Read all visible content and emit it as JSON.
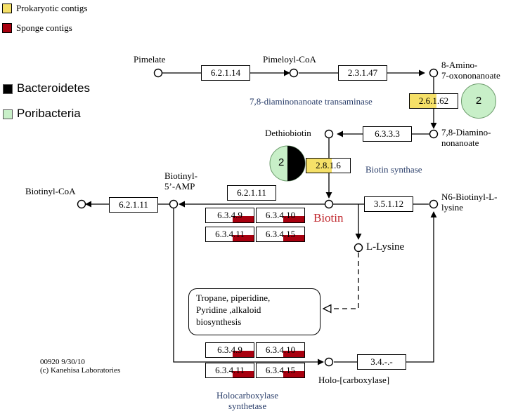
{
  "legend": {
    "items": [
      {
        "label": "Prokaryotic contigs",
        "color": "#f5e068"
      },
      {
        "label": "Sponge contigs",
        "color": "#a8000f"
      }
    ]
  },
  "taxa": {
    "items": [
      {
        "label": "Bacteroidetes",
        "color": "#000000"
      },
      {
        "label": "Poribacteria",
        "color": "#c8efc8"
      }
    ]
  },
  "compounds": {
    "pimelate": "Pimelate",
    "pimeloyl_coa": "Pimeloyl-CoA",
    "amino_oxo": "8-Amino-\n7-oxononanoate",
    "diamino": "7,8-Diamino-\nnonanoate",
    "dethiobiotin": "Dethiobiotin",
    "biotin": "Biotin",
    "biotinyl_amp": "Biotinyl-\n5’-AMP",
    "biotinyl_coa": "Biotinyl-CoA",
    "n6_biotinyl": "N6-Biotinyl-L-\nlysine",
    "l_lysine": "L-Lysine",
    "holo": "Holo-[carboxylase]"
  },
  "enzymes": {
    "e6_2_1_14": "6.2.1.14",
    "e2_3_1_47": "2.3.1.47",
    "e2_6_1_62": "2.6.1.62",
    "e6_3_3_3": "6.3.3.3",
    "e2_8_1_6": "2.8.1.6",
    "e6_2_1_11a": "6.2.1.11",
    "e6_2_1_11b": "6.2.1.11",
    "e3_5_1_12": "3.5.1.12",
    "e3_4": "3.4.-.-",
    "grid_top": [
      "6.3.4.9",
      "6.3.4.10",
      "6.3.4.11",
      "6.3.4.15"
    ],
    "grid_bottom": [
      "6.3.4.9",
      "6.3.4.10",
      "6.3.4.11",
      "6.3.4.15"
    ]
  },
  "enzyme_names": {
    "transaminase": "7,8-diaminonanoate transaminase",
    "biotin_synthase": "Biotin synthase",
    "holocarboxylase": "Holocarboxylase\nsynthetase"
  },
  "counts": {
    "transaminase_count": "2",
    "biotin_synthase_count": "2"
  },
  "pathway_box": "Tropane, piperidine,\nPyridine ,alkaloid\nbiosynthesis",
  "footer": {
    "map_id": "00920 9/30/10",
    "copyright": "(c) Kanehisa Laboratories"
  }
}
